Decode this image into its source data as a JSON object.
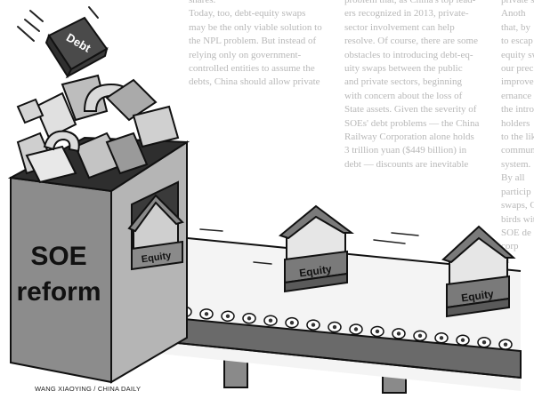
{
  "article": {
    "left_column": "shares.\nToday, too, debt-equity swaps\nmay be the only viable solution to\nthe NPL problem. But instead of\nrelying only on government-\ncontrolled entities to assume the\ndebts, China should allow private",
    "middle_column": "problem that, as China's top lead-\ners recognized in 2013, private-\nsector involvement can help\nresolve. Of course, there are some\nobstacles to introducing debt-eq-\nuity swaps between the public\nand private sectors, beginning\nwith concern about the loss of\nState assets. Given the severity of\nSOEs' debt problems — the China\nRailway Corporation alone holds\n3 trillion yuan ($449 billion) in\ndebt — discounts are inevitable",
    "right_column": "private s\nAnoth\nthat, by\nto escap\nequity sw\nour prec\nimprove\nernance\nthe intro\nholders\nto the lik\ncommun\nsystem.\nBy all\nparticip\nswaps, C\nbirds wit\nSOE de\ncorp\nM"
  },
  "illustration": {
    "falling_box_label": "Debt",
    "machine_label_line1": "SOE",
    "machine_label_line2": "reform",
    "output_label": "Equity",
    "credit": "WANG XIAOYING / CHINA DAILY"
  }
}
